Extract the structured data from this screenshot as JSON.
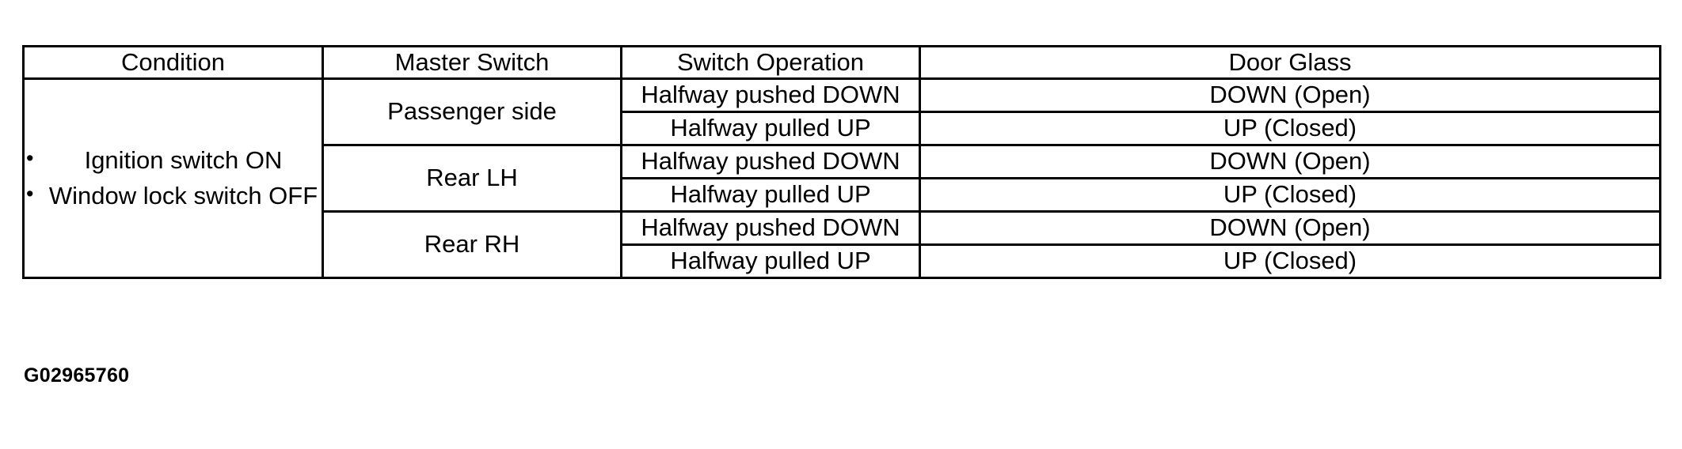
{
  "table": {
    "headers": [
      {
        "label": "Condition"
      },
      {
        "label": "Master Switch"
      },
      {
        "label": "Switch Operation"
      },
      {
        "label": "Door Glass"
      }
    ],
    "condition": {
      "bullets": [
        "Ignition switch ON",
        "Window lock switch OFF"
      ]
    },
    "groups": [
      {
        "master_switch": "Passenger side",
        "rows": [
          {
            "switch_operation": "Halfway pushed DOWN",
            "door_glass": "DOWN (Open)"
          },
          {
            "switch_operation": "Halfway pulled UP",
            "door_glass": "UP (Closed)"
          }
        ]
      },
      {
        "master_switch": "Rear LH",
        "rows": [
          {
            "switch_operation": "Halfway pushed DOWN",
            "door_glass": "DOWN (Open)"
          },
          {
            "switch_operation": "Halfway pulled UP",
            "door_glass": "UP (Closed)"
          }
        ]
      },
      {
        "master_switch": "Rear RH",
        "rows": [
          {
            "switch_operation": "Halfway pushed DOWN",
            "door_glass": "DOWN (Open)"
          },
          {
            "switch_operation": "Halfway pulled UP",
            "door_glass": "UP (Closed)"
          }
        ]
      }
    ]
  },
  "caption": {
    "text": "G02965760"
  },
  "colors": {
    "border": "#000000",
    "text": "#000000",
    "background": "#ffffff"
  }
}
